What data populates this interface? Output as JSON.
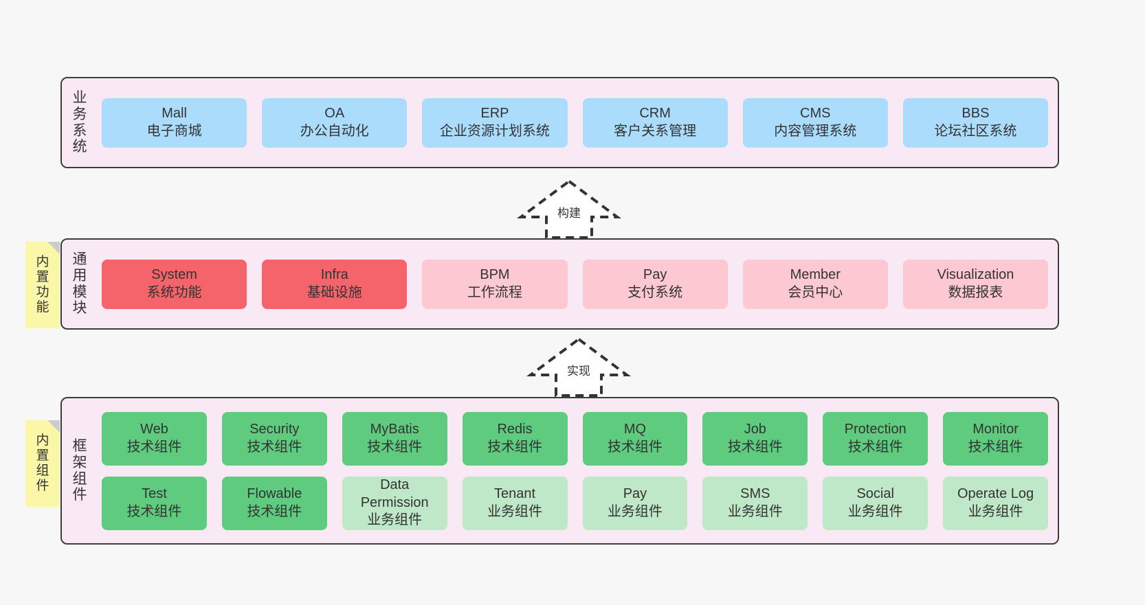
{
  "diagram": {
    "title": "",
    "colors": {
      "panel_bg": "#f8e9f4",
      "panel_border": "#3d3d3d",
      "page_bg": "#f7f7f7",
      "business_card": "#abdcfb",
      "module_active": "#f4646a",
      "module_inactive": "#fcc8d2",
      "tech_component": "#5ecb7e",
      "biz_component": "#bfe8c8",
      "note_bg": "#fbf7a8",
      "note_fold": "#cccccc"
    }
  },
  "layers": {
    "business": {
      "label": "业务系统",
      "label_chars": [
        "业",
        "务",
        "系",
        "统"
      ],
      "cards": [
        {
          "name": "Mall",
          "desc": "电子商城"
        },
        {
          "name": "OA",
          "desc": "办公自动化"
        },
        {
          "name": "ERP",
          "desc": "企业资源计划系统"
        },
        {
          "name": "CRM",
          "desc": "客户关系管理"
        },
        {
          "name": "CMS",
          "desc": "内容管理系统"
        },
        {
          "name": "BBS",
          "desc": "论坛社区系统"
        }
      ]
    },
    "common": {
      "label": "通用模块",
      "label_chars": [
        "通",
        "用",
        "模",
        "块"
      ],
      "note": "内置功能",
      "note_chars": [
        "内",
        "置",
        "功",
        "能"
      ],
      "cards": [
        {
          "name": "System",
          "desc": "系统功能",
          "variant": "c-red"
        },
        {
          "name": "Infra",
          "desc": "基础设施",
          "variant": "c-red"
        },
        {
          "name": "BPM",
          "desc": "工作流程",
          "variant": "c-pink"
        },
        {
          "name": "Pay",
          "desc": "支付系统",
          "variant": "c-pink"
        },
        {
          "name": "Member",
          "desc": "会员中心",
          "variant": "c-pink"
        },
        {
          "name": "Visualization",
          "desc": "数据报表",
          "variant": "c-pink"
        }
      ]
    },
    "framework": {
      "label": "框架组件",
      "label_chars": [
        "框",
        "架",
        "组",
        "件"
      ],
      "note": "内置组件",
      "note_chars": [
        "内",
        "置",
        "组",
        "件"
      ],
      "row1": [
        {
          "name": "Web",
          "desc": "技术组件",
          "variant": "c-green"
        },
        {
          "name": "Security",
          "desc": "技术组件",
          "variant": "c-green"
        },
        {
          "name": "MyBatis",
          "desc": "技术组件",
          "variant": "c-green"
        },
        {
          "name": "Redis",
          "desc": "技术组件",
          "variant": "c-green"
        },
        {
          "name": "MQ",
          "desc": "技术组件",
          "variant": "c-green"
        },
        {
          "name": "Job",
          "desc": "技术组件",
          "variant": "c-green"
        },
        {
          "name": "Protection",
          "desc": "技术组件",
          "variant": "c-green"
        },
        {
          "name": "Monitor",
          "desc": "技术组件",
          "variant": "c-green"
        }
      ],
      "row2": [
        {
          "name": "Test",
          "desc": "技术组件",
          "variant": "c-green"
        },
        {
          "name": "Flowable",
          "desc": "技术组件",
          "variant": "c-green"
        },
        {
          "name": "Data Permission",
          "desc": "业务组件",
          "variant": "c-lightgreen"
        },
        {
          "name": "Tenant",
          "desc": "业务组件",
          "variant": "c-lightgreen"
        },
        {
          "name": "Pay",
          "desc": "业务组件",
          "variant": "c-lightgreen"
        },
        {
          "name": "SMS",
          "desc": "业务组件",
          "variant": "c-lightgreen"
        },
        {
          "name": "Social",
          "desc": "业务组件",
          "variant": "c-lightgreen"
        },
        {
          "name": "Operate Log",
          "desc": "业务组件",
          "variant": "c-lightgreen"
        }
      ]
    }
  },
  "connectors": [
    {
      "id": "build",
      "label": "构建",
      "from": "common",
      "to": "business"
    },
    {
      "id": "realize",
      "label": "实现",
      "from": "framework",
      "to": "common"
    }
  ]
}
